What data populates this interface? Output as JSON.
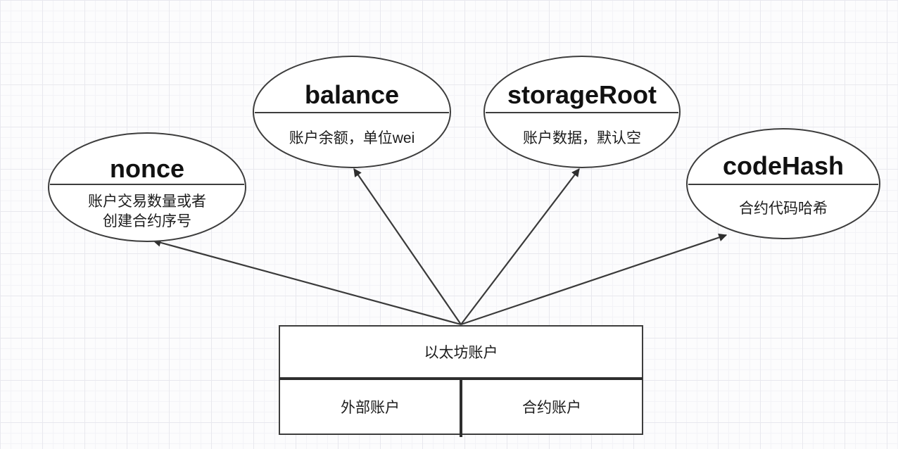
{
  "diagram": {
    "type": "concept-diagram",
    "subject": "Ethereum account structure",
    "nodes": {
      "nonce": {
        "label": "nonce",
        "desc_line1": "账户交易数量或者",
        "desc_line2": "创建合约序号"
      },
      "balance": {
        "label": "balance",
        "desc_line1": "账户余额，单位wei",
        "desc_line2": ""
      },
      "storage_root": {
        "label": "storageRoot",
        "desc_line1": "账户数据，默认空",
        "desc_line2": ""
      },
      "code_hash": {
        "label": "codeHash",
        "desc_line1": "合约代码哈希",
        "desc_line2": ""
      }
    },
    "account_box": {
      "title": "以太坊账户",
      "left_cell": "外部账户",
      "right_cell": "合约账户"
    },
    "edges": [
      {
        "from": "以太坊账户",
        "to": "nonce"
      },
      {
        "from": "以太坊账户",
        "to": "balance"
      },
      {
        "from": "以太坊账户",
        "to": "storageRoot"
      },
      {
        "from": "以太坊账户",
        "to": "codeHash"
      }
    ],
    "colors": {
      "stroke": "#3d3d3d",
      "text": "#111111",
      "background": "#fcfcfd",
      "grid_minor": "#f3f3f7",
      "grid_major": "#e8e8ee"
    }
  }
}
